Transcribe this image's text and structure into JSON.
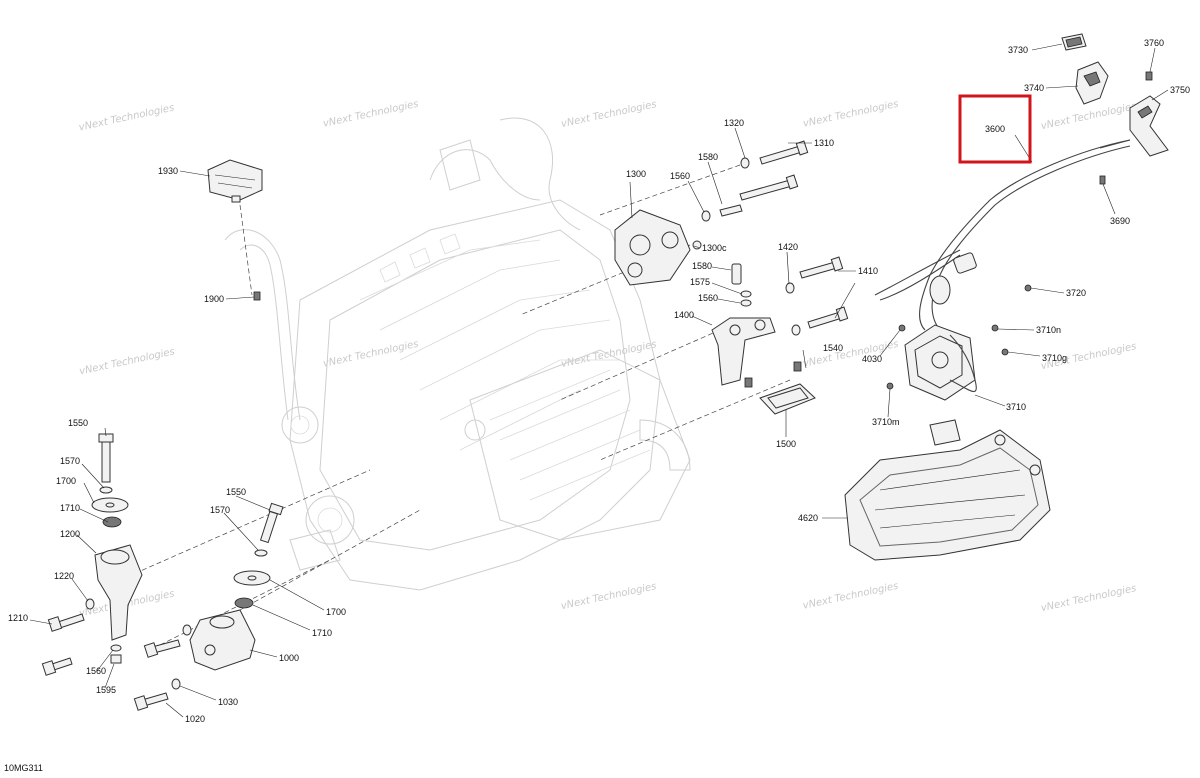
{
  "diagram": {
    "code": "10MG311",
    "watermark": "vNext Technologies",
    "highlight_color": "#d0161b",
    "labels": {
      "p1930": "1930",
      "p1900": "1900",
      "p1320": "1320",
      "p1310": "1310",
      "p1580a": "1580",
      "p1560a": "1560",
      "p1300": "1300",
      "p1300c": "1300c",
      "p1420": "1420",
      "p1580b": "1580",
      "p1575": "1575",
      "p1560b": "1560",
      "p1410": "1410",
      "p1400": "1400",
      "p1510": "1540",
      "p1500": "1500",
      "p3730": "3730",
      "p3760": "3760",
      "p3740": "3740",
      "p3750": "3750",
      "p3600": "3600",
      "p3690": "3690",
      "p3720": "3720",
      "p3710n": "3710n",
      "p4030": "4030",
      "p3710g": "3710g",
      "p3710": "3710",
      "p3710m": "3710m",
      "p4620": "4620",
      "p1550a": "1550",
      "p1570a": "1570",
      "p1700a": "1700",
      "p1710a": "1710",
      "p1200": "1200",
      "p1220": "1220",
      "p1210": "1210",
      "p1560c": "1560",
      "p1595": "1595",
      "p1550b": "1550",
      "p1570b": "1570",
      "p1700b": "1700",
      "p1710b": "1710",
      "p1000": "1000",
      "p1030": "1030",
      "p1020": "1020"
    }
  }
}
